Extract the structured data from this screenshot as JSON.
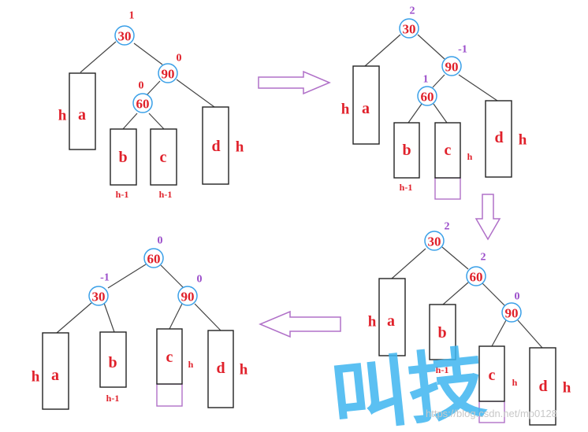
{
  "colors": {
    "label": "#e0202a",
    "balance_red": "#e0202a",
    "balance_purple": "#9b4dca",
    "node_ring": "#3aa0e8",
    "arrow": "#b070c8"
  },
  "trees": {
    "t1": {
      "nodes": [
        {
          "key": "30",
          "bf": "1"
        },
        {
          "key": "90",
          "bf": "0"
        },
        {
          "key": "60",
          "bf": "0"
        }
      ],
      "subtrees": [
        {
          "name": "a",
          "height": "h"
        },
        {
          "name": "b",
          "height": "h-1"
        },
        {
          "name": "c",
          "height": "h-1"
        },
        {
          "name": "d",
          "height": "h"
        }
      ]
    },
    "t2": {
      "nodes": [
        {
          "key": "30",
          "bf": "2"
        },
        {
          "key": "90",
          "bf": "-1"
        },
        {
          "key": "60",
          "bf": "1"
        }
      ],
      "subtrees": [
        {
          "name": "a",
          "height": "h"
        },
        {
          "name": "b",
          "height": "h-1"
        },
        {
          "name": "c",
          "height": "h"
        },
        {
          "name": "d",
          "height": "h"
        }
      ]
    },
    "t3": {
      "nodes": [
        {
          "key": "30",
          "bf": "2"
        },
        {
          "key": "60",
          "bf": "2"
        },
        {
          "key": "90",
          "bf": "0"
        }
      ],
      "subtrees": [
        {
          "name": "a",
          "height": "h"
        },
        {
          "name": "b",
          "height": "h-1"
        },
        {
          "name": "c",
          "height": "h"
        },
        {
          "name": "d",
          "height": "h"
        }
      ]
    },
    "t4": {
      "nodes": [
        {
          "key": "60",
          "bf": "0"
        },
        {
          "key": "30",
          "bf": "-1"
        },
        {
          "key": "90",
          "bf": "0"
        }
      ],
      "subtrees": [
        {
          "name": "a",
          "height": "h"
        },
        {
          "name": "b",
          "height": "h-1"
        },
        {
          "name": "c",
          "height": "h"
        },
        {
          "name": "d",
          "height": "h"
        }
      ]
    }
  },
  "watermark": {
    "chars": "叫技",
    "url": "https://blog.csdn.net/mp0128"
  }
}
